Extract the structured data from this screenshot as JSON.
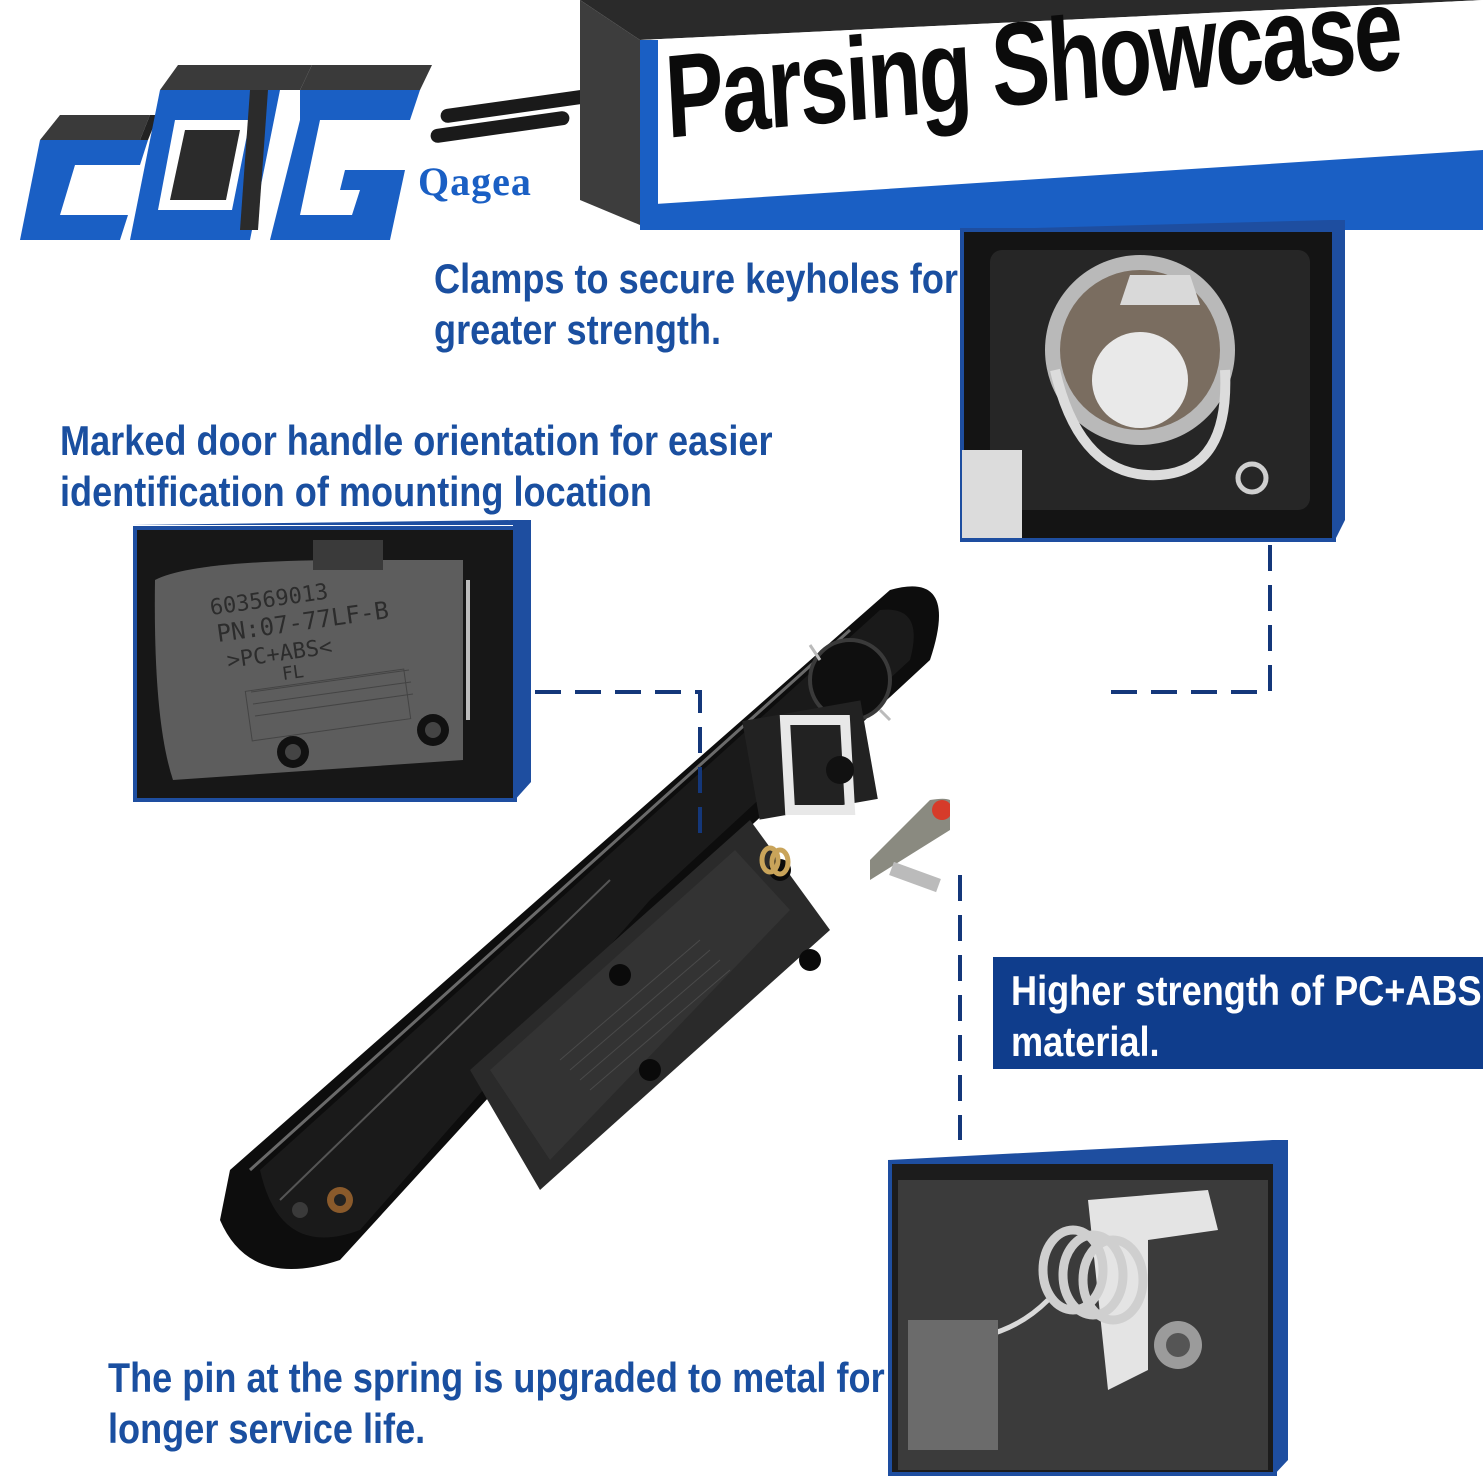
{
  "brand": {
    "logo_letters": "CQG",
    "logo_sub": "Qagea",
    "colors": {
      "blue": "#1a5fc4",
      "dark_blue": "#0f3d8c",
      "black": "#0b0b0b"
    }
  },
  "banner": {
    "title": "Parsing Showcase"
  },
  "callouts": {
    "keyhole": {
      "line1": "Clamps to secure keyholes for",
      "line2": "greater strength."
    },
    "orientation": {
      "line1": "Marked door handle orientation for easier",
      "line2": "identification of mounting location"
    },
    "material": {
      "line1": "Higher strength of PC+ABS",
      "line2": "material."
    },
    "pin": {
      "line1": "The pin at the spring is upgraded to metal for",
      "line2": "longer service life."
    }
  },
  "part_marking": {
    "line1": "603569013",
    "line2": "PN:07-77LF-B",
    "line3": ">PC+ABS<",
    "line4": "FL"
  },
  "icons": [
    "door-handle-photo",
    "keyhole-clamp-photo",
    "part-marking-photo",
    "spring-pin-photo"
  ]
}
